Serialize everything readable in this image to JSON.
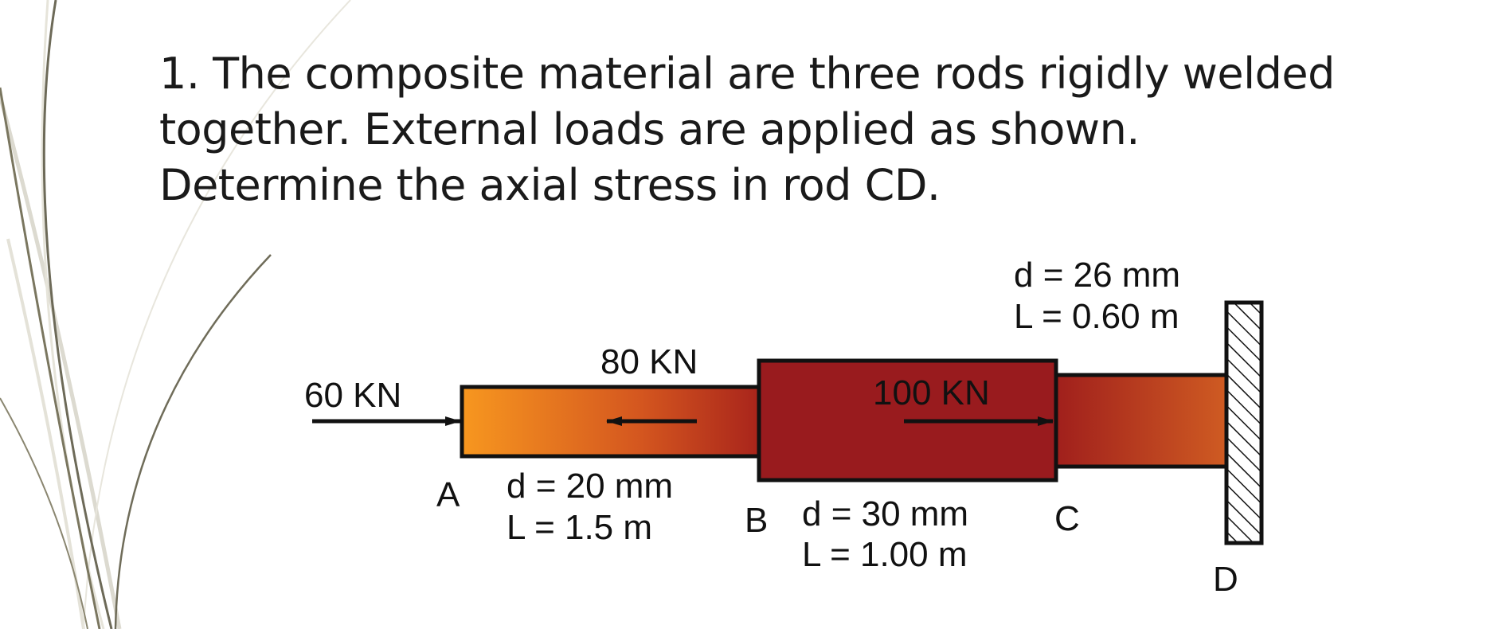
{
  "question": {
    "lines": [
      "1. The composite material are three rods rigidly welded",
      "together. External loads are applied as shown.",
      "Determine the axial stress in rod CD."
    ]
  },
  "diagram": {
    "loads": {
      "load_a": "60 KN",
      "load_ab": "80 KN",
      "load_bc": "100 KN"
    },
    "points": {
      "a": "A",
      "b": "B",
      "c": "C",
      "d": "D"
    },
    "rod_ab": {
      "diameter": "d = 20 mm",
      "length": "L = 1.5 m"
    },
    "rod_bc": {
      "diameter": "d = 30 mm",
      "length": "L = 1.00 m"
    },
    "rod_cd": {
      "diameter": "d = 26 mm",
      "length": "L = 0.60 m"
    },
    "colors": {
      "rod_ab_start": "#f7931e",
      "rod_ab_end": "#a8201a",
      "rod_bc": "#991b1e",
      "rod_cd_start": "#9e1c1c",
      "rod_cd_end": "#cc5a22",
      "decor_line_dark": "#6d6a58",
      "decor_line_light": "#d9d7cc"
    }
  }
}
